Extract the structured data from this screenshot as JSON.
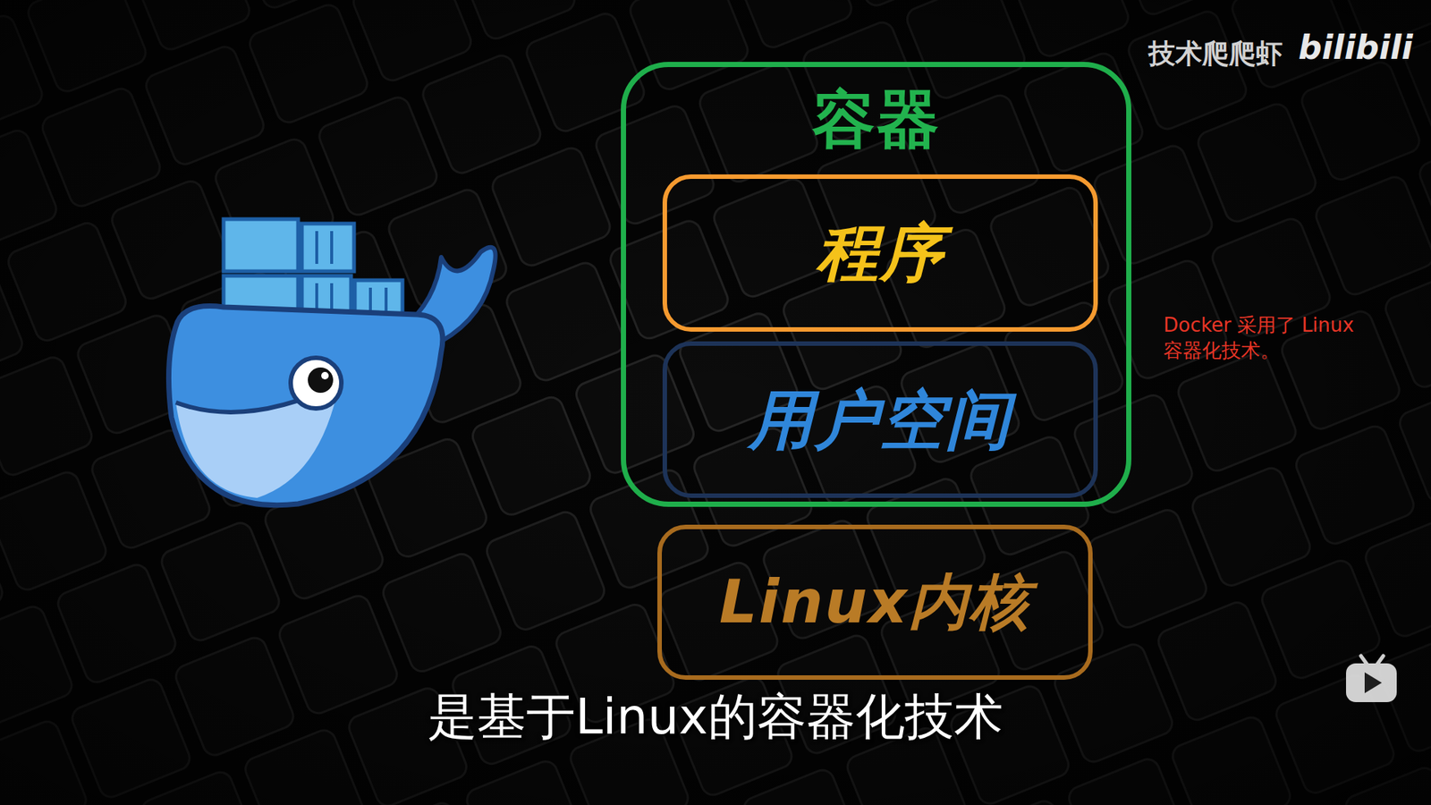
{
  "diagram": {
    "caption": "是基于Linux的容器化技术",
    "nodes": [
      {
        "text": [
          "容器"
        ]
      },
      {
        "text": [
          "程序"
        ],
        "in": 0
      },
      {
        "text": [
          "用户空间"
        ],
        "in": 0
      },
      {
        "text": [
          "Linux内核"
        ]
      }
    ],
    "labels": [
      "Docker 采用了 Linux 容器化技术。",
      "技术爬爬虾",
      "bilibili"
    ]
  }
}
